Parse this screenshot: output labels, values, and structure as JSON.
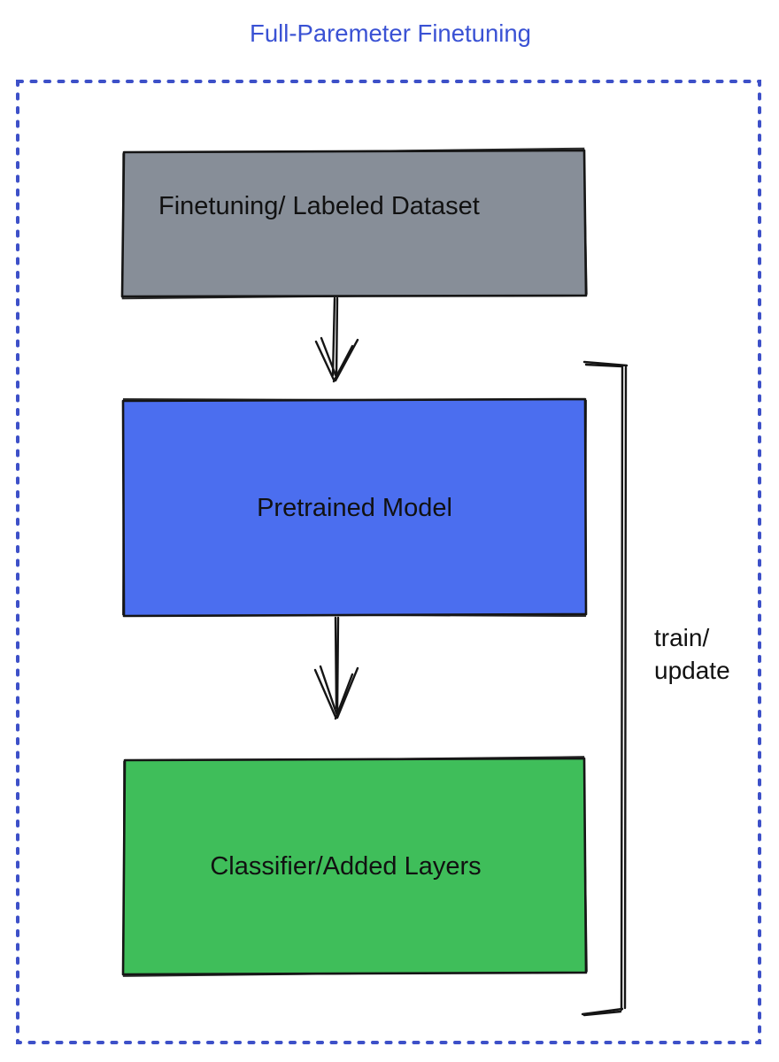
{
  "title": "Full-Paremeter Finetuning",
  "boxes": {
    "dataset": {
      "label": "Finetuning/ Labeled Dataset",
      "fill": "#878E98"
    },
    "pretrained": {
      "label": "Pretrained Model",
      "fill": "#4B6EEF"
    },
    "classifier": {
      "label": "Classifier/Added Layers",
      "fill": "#3FBE5A"
    }
  },
  "annotations": {
    "loop_label": "train/\nupdate"
  },
  "edges": [
    {
      "from": "Finetuning/ Labeled Dataset",
      "to": "Pretrained Model",
      "type": "arrow-down"
    },
    {
      "from": "Pretrained Model",
      "to": "Classifier/Added Layers",
      "type": "arrow-down"
    },
    {
      "label": "train/ update",
      "type": "side-bracket",
      "spans": "Pretrained Model and Classifier/Added Layers"
    }
  ],
  "colors": {
    "title": "#3A52D4",
    "dotted_border": "#3D50C8",
    "outline": "#151515"
  }
}
